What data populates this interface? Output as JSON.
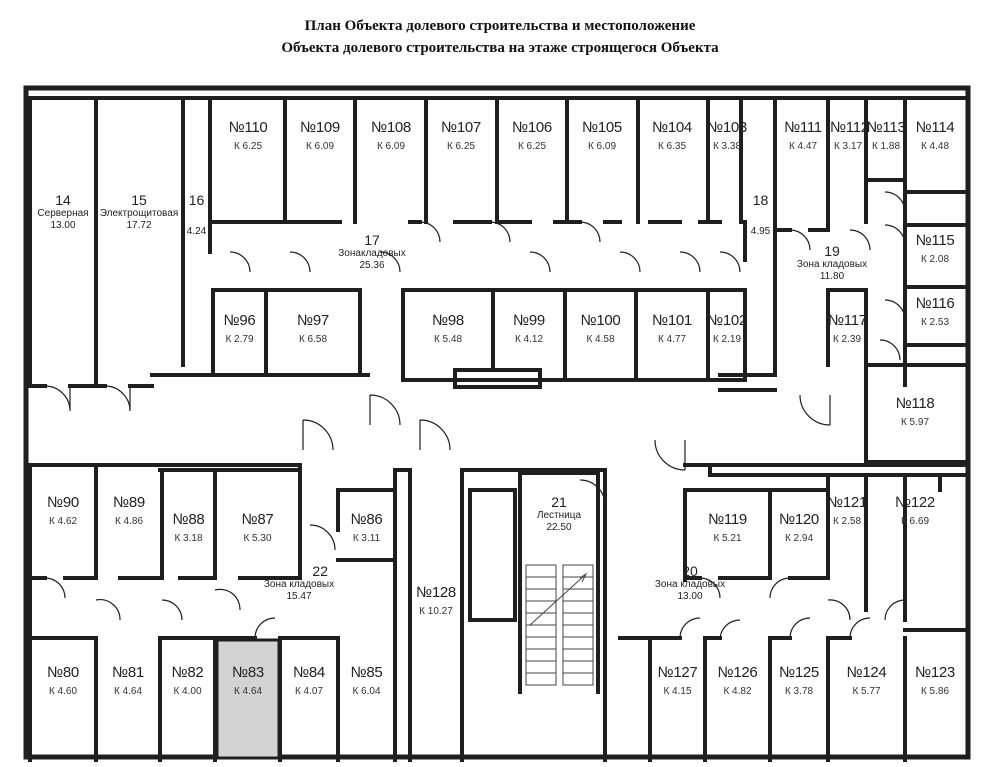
{
  "title": {
    "line1": "План Объекта долевого строительства и местоположение",
    "line2": "Объекта долевого строительства на этаже строящегося Объекта"
  },
  "colors": {
    "wall": "#1f1f1f",
    "highlight": "#d3d3d3",
    "background": "#ffffff"
  },
  "highlighted_unit": "№83",
  "units": [
    {
      "num": "№110",
      "area": "К 6.25"
    },
    {
      "num": "№109",
      "area": "К 6.09"
    },
    {
      "num": "№108",
      "area": "К 6.09"
    },
    {
      "num": "№107",
      "area": "К 6.25"
    },
    {
      "num": "№106",
      "area": "К 6.25"
    },
    {
      "num": "№105",
      "area": "К 6.09"
    },
    {
      "num": "№104",
      "area": "К 6.35"
    },
    {
      "num": "№103",
      "area": "К 3.38"
    },
    {
      "num": "№111",
      "area": "К 4.47"
    },
    {
      "num": "№112",
      "area": "К 3.17"
    },
    {
      "num": "№113",
      "area": "К 1.88"
    },
    {
      "num": "№114",
      "area": "К 4.48"
    },
    {
      "num": "№115",
      "area": "К 2.08"
    },
    {
      "num": "№116",
      "area": "К 2.53"
    },
    {
      "num": "№117",
      "area": "К 2.39"
    },
    {
      "num": "№118",
      "area": "К 5.97"
    },
    {
      "num": "№96",
      "area": "К 2.79"
    },
    {
      "num": "№97",
      "area": "К 6.58"
    },
    {
      "num": "№98",
      "area": "К 5.48"
    },
    {
      "num": "№99",
      "area": "К 4.12"
    },
    {
      "num": "№100",
      "area": "К 4.58"
    },
    {
      "num": "№101",
      "area": "К 4.77"
    },
    {
      "num": "№102",
      "area": "К 2.19"
    },
    {
      "num": "№90",
      "area": "К 4.62"
    },
    {
      "num": "№89",
      "area": "К 4.86"
    },
    {
      "num": "№88",
      "area": "К 3.18"
    },
    {
      "num": "№87",
      "area": "К 5.30"
    },
    {
      "num": "№86",
      "area": "К 3.11"
    },
    {
      "num": "№128",
      "area": "К 10.27"
    },
    {
      "num": "№119",
      "area": "К 5.21"
    },
    {
      "num": "№120",
      "area": "К 2.94"
    },
    {
      "num": "№121",
      "area": "К 2.58"
    },
    {
      "num": "№122",
      "area": "К 6.69"
    },
    {
      "num": "№80",
      "area": "К 4.60"
    },
    {
      "num": "№81",
      "area": "К 4.64"
    },
    {
      "num": "№82",
      "area": "К 4.00"
    },
    {
      "num": "№83",
      "area": "К 4.64"
    },
    {
      "num": "№84",
      "area": "К 4.07"
    },
    {
      "num": "№85",
      "area": "К 6.04"
    },
    {
      "num": "№127",
      "area": "К 4.15"
    },
    {
      "num": "№126",
      "area": "К 4.82"
    },
    {
      "num": "№125",
      "area": "К 3.78"
    },
    {
      "num": "№124",
      "area": "К 5.77"
    },
    {
      "num": "№123",
      "area": "К 5.86"
    }
  ],
  "spaces": [
    {
      "num": "14",
      "name": "Серверная",
      "area": "13.00"
    },
    {
      "num": "15",
      "name": "Электрощитовая",
      "area": "17.72"
    },
    {
      "num": "16",
      "name": "",
      "area": "4.24"
    },
    {
      "num": "17",
      "name": "Зонакладовых",
      "area": "25.36"
    },
    {
      "num": "18",
      "name": "",
      "area": "4.95"
    },
    {
      "num": "19",
      "name": "Зона кладовых",
      "area": "11.80"
    },
    {
      "num": "20",
      "name": "Зона кладовых",
      "area": "13.00"
    },
    {
      "num": "21",
      "name": "Лестница",
      "area": "22.50"
    },
    {
      "num": "22",
      "name": "Зона кладовых",
      "area": "15.47"
    }
  ]
}
